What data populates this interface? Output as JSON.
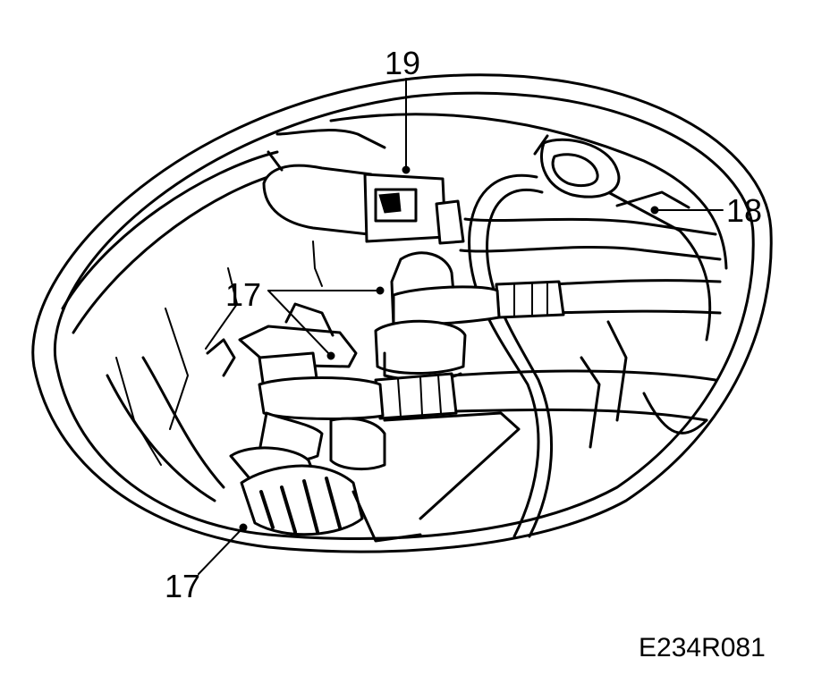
{
  "callouts": {
    "c19": "19",
    "c18": "18",
    "c17_top": "17",
    "c17_bottom": "17"
  },
  "figure_id": "E234R081",
  "colors": {
    "line": "#000000",
    "background": "#ffffff"
  }
}
